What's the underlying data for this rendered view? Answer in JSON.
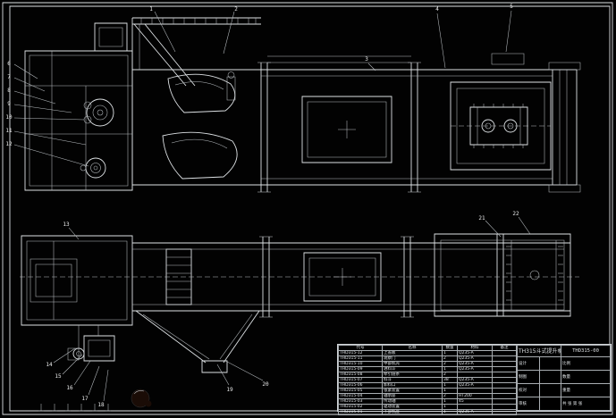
{
  "sheet": {
    "background": "#020202",
    "line_color": "#dde1e4"
  },
  "title_block": {
    "name": "TH315斗式提升机",
    "drawing_number": "THD315-00",
    "fields": {
      "design": "设计",
      "draft": "制图",
      "check": "校对",
      "approve": "审核",
      "scale": "比例",
      "qty": "数量",
      "weight": "重量",
      "sheets": "共 张 第 张"
    }
  },
  "bom": {
    "headers": [
      "代号",
      "名称",
      "数量",
      "材料",
      "备注"
    ],
    "rows": [
      {
        "code": "THD315-12",
        "name": "上盖板",
        "qty": "1",
        "mat": "Q235-A",
        "note": ""
      },
      {
        "code": "THD315-11",
        "name": "观察门",
        "qty": "2",
        "mat": "Q235-A",
        "note": ""
      },
      {
        "code": "THD315-10",
        "name": "中部机壳",
        "qty": "2",
        "mat": "Q235-A",
        "note": ""
      },
      {
        "code": "THD315-09",
        "name": "进料斗",
        "qty": "1",
        "mat": "Q235-A",
        "note": ""
      },
      {
        "code": "THD315-08",
        "name": "牵引链条",
        "qty": "2",
        "mat": "",
        "note": ""
      },
      {
        "code": "THD315-07",
        "name": "料斗",
        "qty": "38",
        "mat": "Q235-A",
        "note": ""
      },
      {
        "code": "THD315-06",
        "name": "卸料口",
        "qty": "1",
        "mat": "Q235-A",
        "note": ""
      },
      {
        "code": "THD315-05",
        "name": "张紧装置",
        "qty": "1",
        "mat": "",
        "note": ""
      },
      {
        "code": "THD315-04",
        "name": "轴承座",
        "qty": "2",
        "mat": "HT200",
        "note": ""
      },
      {
        "code": "THD315-03",
        "name": "传动轴",
        "qty": "1",
        "mat": "45",
        "note": ""
      },
      {
        "code": "THD315-02",
        "name": "驱动装置",
        "qty": "1",
        "mat": "",
        "note": ""
      },
      {
        "code": "THD315-01",
        "name": "下部机座",
        "qty": "1",
        "mat": "Q235-A",
        "note": ""
      }
    ]
  },
  "balloons": [
    "1",
    "2",
    "3",
    "4",
    "5",
    "6",
    "7",
    "8",
    "9",
    "10",
    "11",
    "12",
    "13",
    "14",
    "15",
    "16",
    "17",
    "18",
    "19",
    "20",
    "21",
    "22"
  ]
}
